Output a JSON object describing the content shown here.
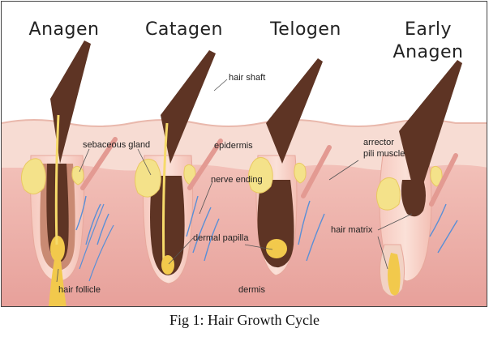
{
  "stages": [
    "Anagen",
    "Catagen",
    "Telogen",
    "Early",
    "Anagen"
  ],
  "labels": {
    "hair_shaft": "hair shaft",
    "sebaceous_gland": "sebaceous gland",
    "epidermis": "epidermis",
    "nerve_ending": "nerve ending",
    "arrector_pili": [
      "arrector",
      "pili muscle"
    ],
    "dermal_papilla": "dermal papilla",
    "hair_matrix": "hair matrix",
    "hair_follicle": "hair follicle",
    "dermis": "dermis"
  },
  "caption": "Fig 1: Hair Growth Cycle",
  "colors": {
    "epidermis": "#f6d8cf",
    "dermis": "#eeb4ae",
    "hair": "#5e3424",
    "gland": "#f4e28a",
    "nerve": "#5a8fd6",
    "papilla": "#f2c94c"
  }
}
